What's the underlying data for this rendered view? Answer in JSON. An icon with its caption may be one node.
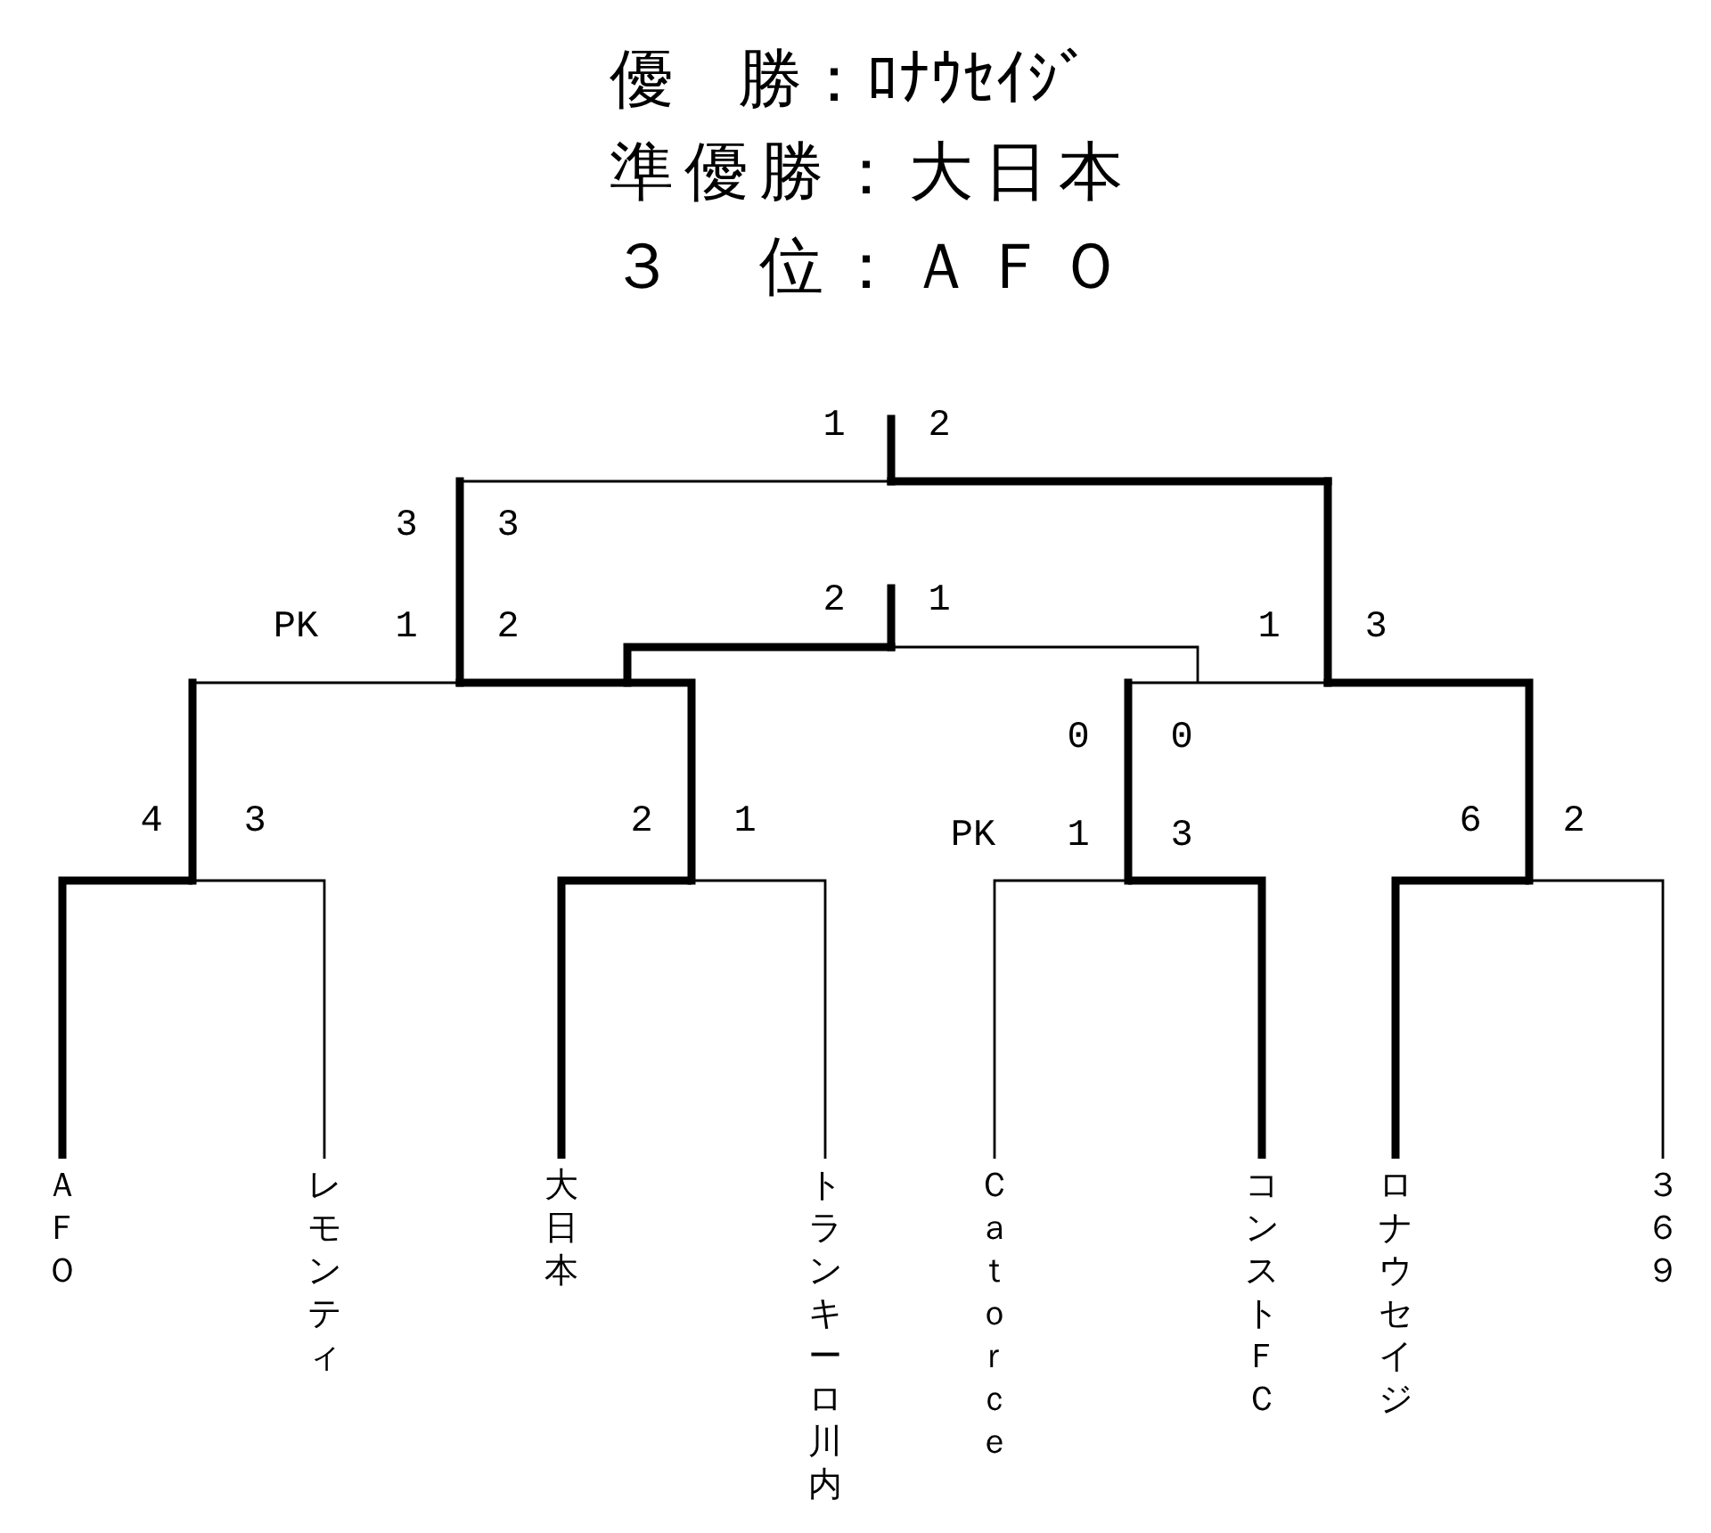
{
  "diagram": {
    "nodes": [
      {
        "text": [
          "ＡＦＯ"
        ]
      },
      {
        "text": [
          "レモンティ"
        ]
      },
      {
        "text": [
          "大日本"
        ]
      },
      {
        "text": [
          "トランキーロ川内"
        ]
      },
      {
        "text": [
          "Ｃａｔｏｒｃｅ"
        ]
      },
      {
        "text": [
          "コンストＦＣ"
        ]
      },
      {
        "text": [
          "ロナウセイジ"
        ]
      },
      {
        "text": [
          "３６９"
        ]
      }
    ],
    "edges": [
      {
        "from": 0,
        "to": 1,
        "arrow": "none"
      },
      {
        "from": 2,
        "to": 3,
        "arrow": "none"
      },
      {
        "from": 4,
        "to": 5,
        "arrow": "none"
      },
      {
        "from": 6,
        "to": 7,
        "arrow": "none"
      }
    ],
    "labels": [
      "優　勝：ﾛﾅｳｾｲｼﾞ",
      "準優勝：大日本",
      "３　位：ＡＦＯ",
      "1",
      "2",
      "3",
      "3",
      "2",
      "1",
      "PK",
      "1",
      "2",
      "1",
      "3",
      "0",
      "0",
      "4",
      "3",
      "2",
      "1",
      "PK",
      "1",
      "3",
      "6",
      "2"
    ]
  }
}
